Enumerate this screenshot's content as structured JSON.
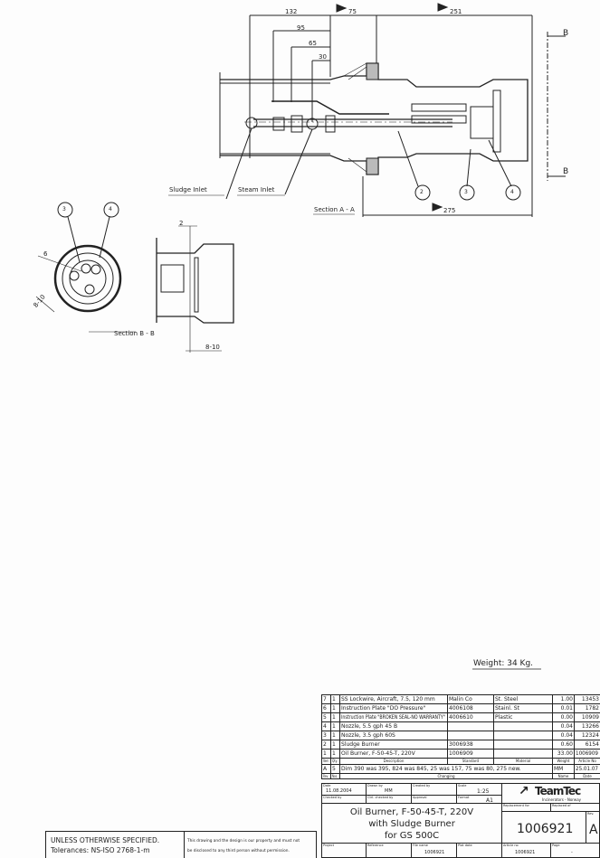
{
  "drawing": {
    "dimensions": [
      "132",
      "95",
      "65",
      "30",
      "75",
      "251",
      "275",
      "2",
      "8-10",
      "8-10",
      "6"
    ],
    "section_markers": [
      "B",
      "B"
    ],
    "balloons": [
      "2",
      "3",
      "4",
      "3",
      "4"
    ],
    "labels": {
      "sludge_inlet": "Sludge Inlet",
      "steam_inlet": "Steam Inlet",
      "section_aa": "Section A - A",
      "section_bb": "Section B - B"
    },
    "weight": "Weight: 34 Kg."
  },
  "parts_list": {
    "headers": [
      "Item",
      "Qty.",
      "Description",
      "Standard",
      "Material",
      "Weight",
      "Article No"
    ],
    "rows": [
      [
        "7",
        "1",
        "SS Lockwire, Aircraft, 7.5, 120 mm",
        "Malin Co",
        "St. Steel",
        "1.00",
        "13453"
      ],
      [
        "6",
        "1",
        "Instruction Plate \"DO Pressure\"",
        "4006108",
        "Stainl. St",
        "0.01",
        "1782"
      ],
      [
        "5",
        "1",
        "Instruction Plate \"BROKEN SEAL-NO WARRANTY\"",
        "4006610",
        "Plastic",
        "0.00",
        "10909"
      ],
      [
        "4",
        "1",
        "Nozzle, 5.5 gph 45 B",
        "",
        "",
        "0.04",
        "13266"
      ],
      [
        "3",
        "1",
        "Nozzle, 3.5 gph 60S",
        "",
        "",
        "0.04",
        "12324"
      ],
      [
        "2",
        "1",
        "Sludge Burner",
        "3006938",
        "",
        "0.60",
        "6154"
      ],
      [
        "1",
        "1",
        "Oil Burner, F-50-45-T, 220V",
        "1006909",
        "",
        "33.00",
        "1006909"
      ]
    ],
    "revision": {
      "rev": "A",
      "no": "5",
      "change": "Dim 390 was 395, 824 was 845, 25 was 157, 75 was 80, 275 new.",
      "name": "MM",
      "date": "25.01.07"
    },
    "revision_headers": [
      "Rev.",
      "Nos.",
      "Changing",
      "Name",
      "Date"
    ]
  },
  "title_block": {
    "date_label": "Date",
    "date": "11.08.2004",
    "drawn_label": "Drawn by",
    "drawn": "MM",
    "created_label": "Created by",
    "scale_label": "Scale",
    "scale": "1:25",
    "checked_label": "Checked by",
    "ctrl_label": "Ctrl. checked by",
    "approved_label": "Approval",
    "format_label": "Format",
    "format": "A1",
    "company": "TeamTec",
    "company_sub": "Incinerators - Norway",
    "title": [
      "Oil Burner, F-50-45-T, 220V",
      "with Sludge Burner",
      "for GS 500C"
    ],
    "replacement_label": "Replacement for",
    "replaced_label": "Replaced of",
    "drawing_number": "1006921",
    "rev_label": "Rev.",
    "rev": "A",
    "project_label": "Project",
    "reference_label": "Reference",
    "file_label": "File name",
    "file": "1006921",
    "plot_label": "Plot date",
    "article_label": "Article no",
    "article": "1006921",
    "page_label": "Page",
    "page": "-"
  },
  "notes": {
    "tolerance": [
      "UNLESS OTHERWISE SPECIFIED.",
      "Tolerances: NS-ISO 2768-1-m"
    ],
    "property": [
      "This drawing and the design is our property and must not",
      "be disclosed to any third person without permission."
    ]
  }
}
